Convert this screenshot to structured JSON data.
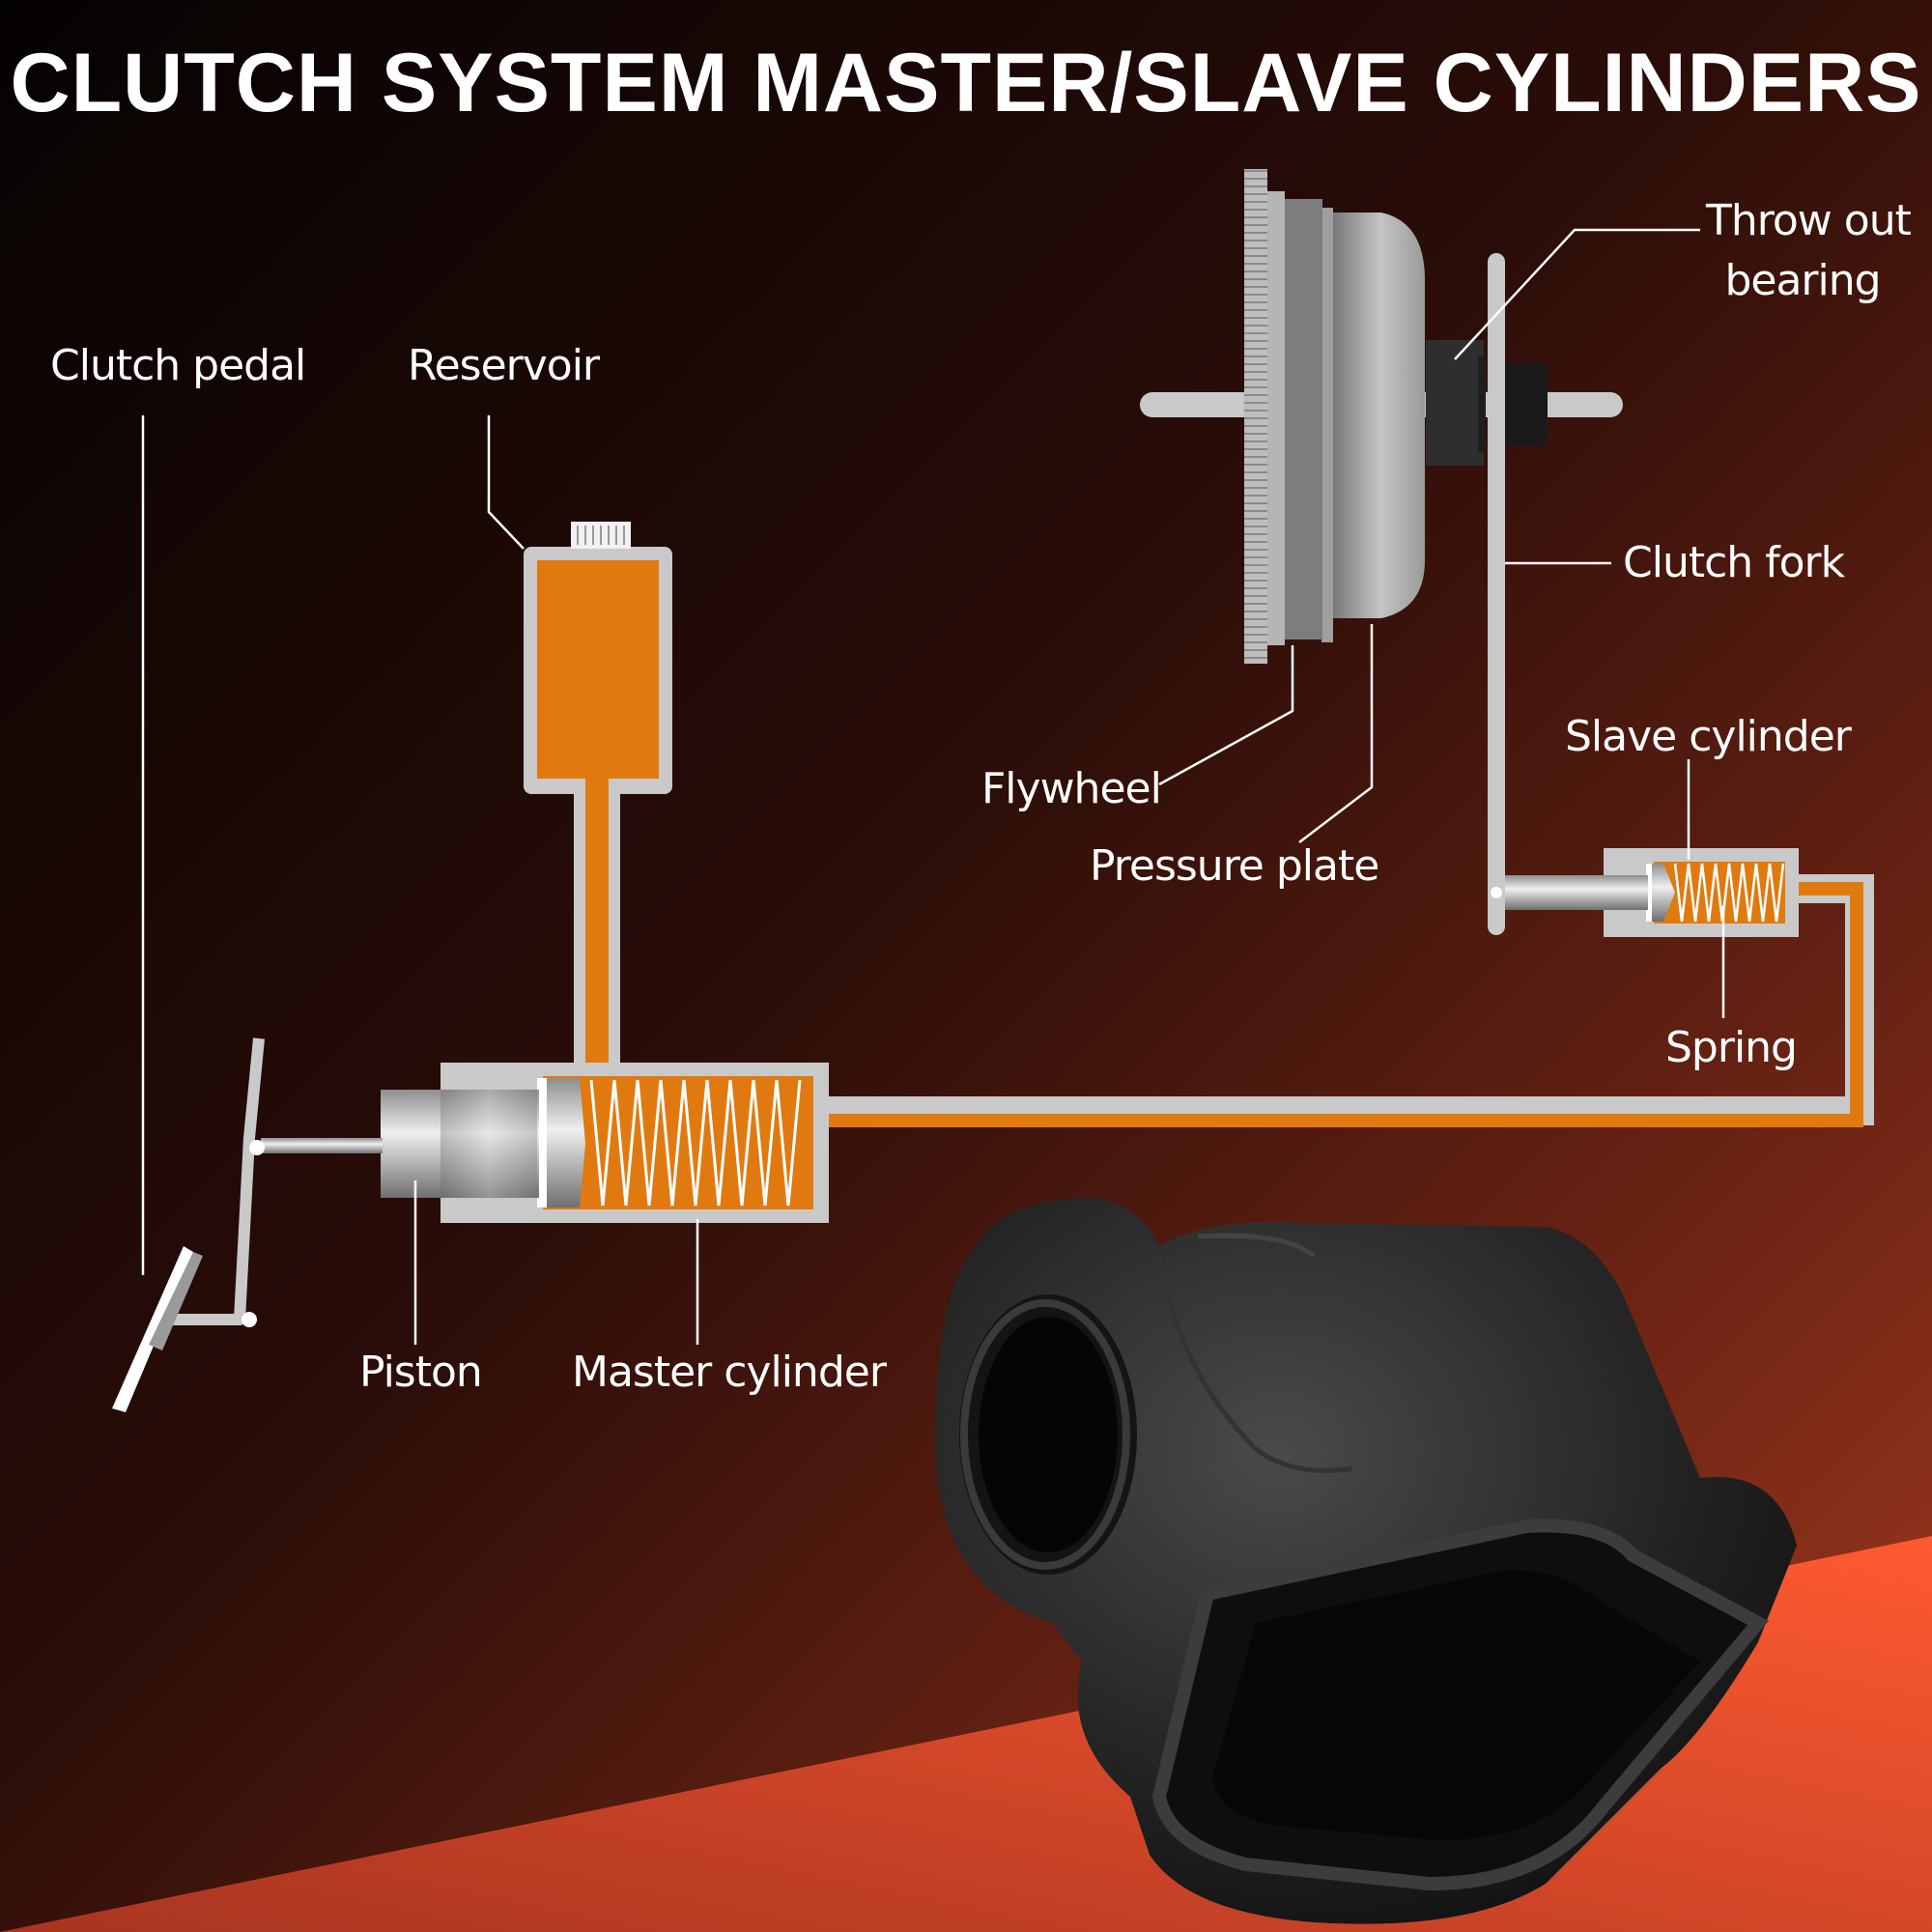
{
  "title": "CLUTCH SYSTEM MASTER/SLAVE CYLINDERS",
  "labels": {
    "clutch_pedal": "Clutch pedal",
    "reservoir": "Reservoir",
    "piston": "Piston",
    "master_cylinder": "Master cylinder",
    "flywheel": "Flywheel",
    "pressure_plate": "Pressure plate",
    "throw_out_bearing_line1": "Throw out",
    "throw_out_bearing_line2": "bearing",
    "clutch_fork": "Clutch fork",
    "slave_cylinder": "Slave cylinder",
    "spring": "Spring"
  },
  "colors": {
    "background_dark": "#050202",
    "background_mid": "#6a2314",
    "background_accent": "#f24a2a",
    "fluid": "#e07a10",
    "housing": "#c9c9c9",
    "product": "#1c1c1c",
    "text": "#ffffff"
  }
}
